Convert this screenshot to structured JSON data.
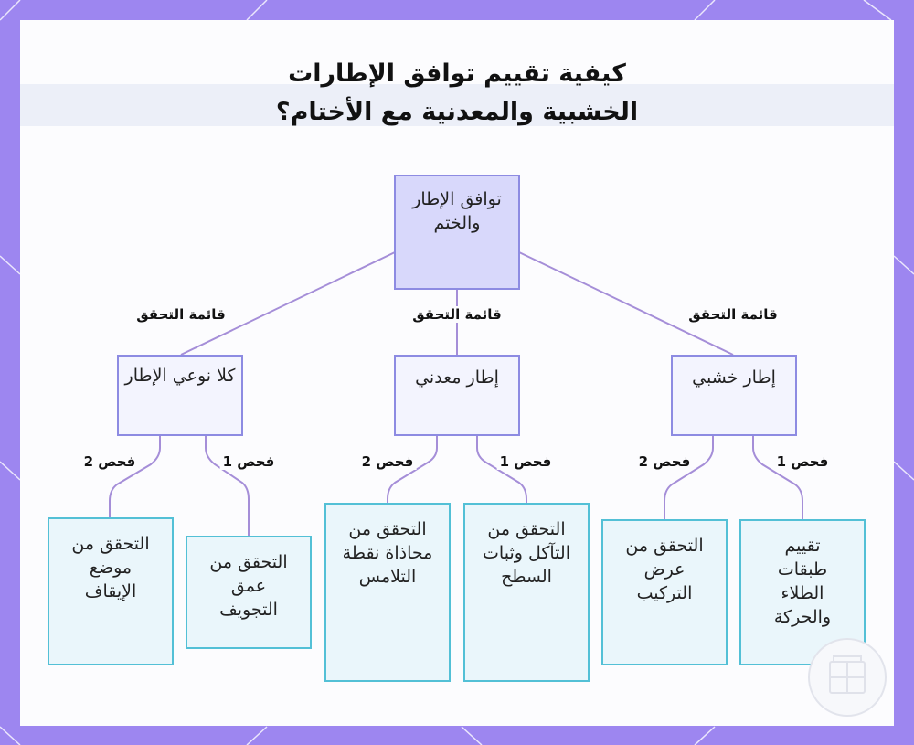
{
  "title": {
    "line1": "كيفية تقييم توافق الإطارات",
    "line2": "الخشبية والمعدنية مع الأختام؟"
  },
  "nodes": {
    "root": "توافق الإطار والختم",
    "both_frames": "كلا نوعي الإطار",
    "metal_frame": "إطار معدني",
    "wood_frame": "إطار خشبي",
    "leaf_stop_position": "التحقق من موضع الإيقاف",
    "leaf_rebate_depth": "التحقق من عمق التجويف",
    "leaf_contact_alignment": "التحقق من محاذاة نقطة التلامس",
    "leaf_corrosion_surface": "التحقق من التآكل وثبات السطح",
    "leaf_mount_width": "التحقق من عرض التركيب",
    "leaf_paint_movement": "تقييم طبقات الطلاء والحركة"
  },
  "edge_labels": {
    "checklist": "قائمة التحقق",
    "test1": "فحص 1",
    "test2": "فحص 2"
  },
  "colors": {
    "frame_border": "#9d86f0",
    "root_fill": "#d8d8fb",
    "node_border": "#8d8be2",
    "leaf_border": "#53c0d6",
    "connector": "#a58ed8"
  }
}
